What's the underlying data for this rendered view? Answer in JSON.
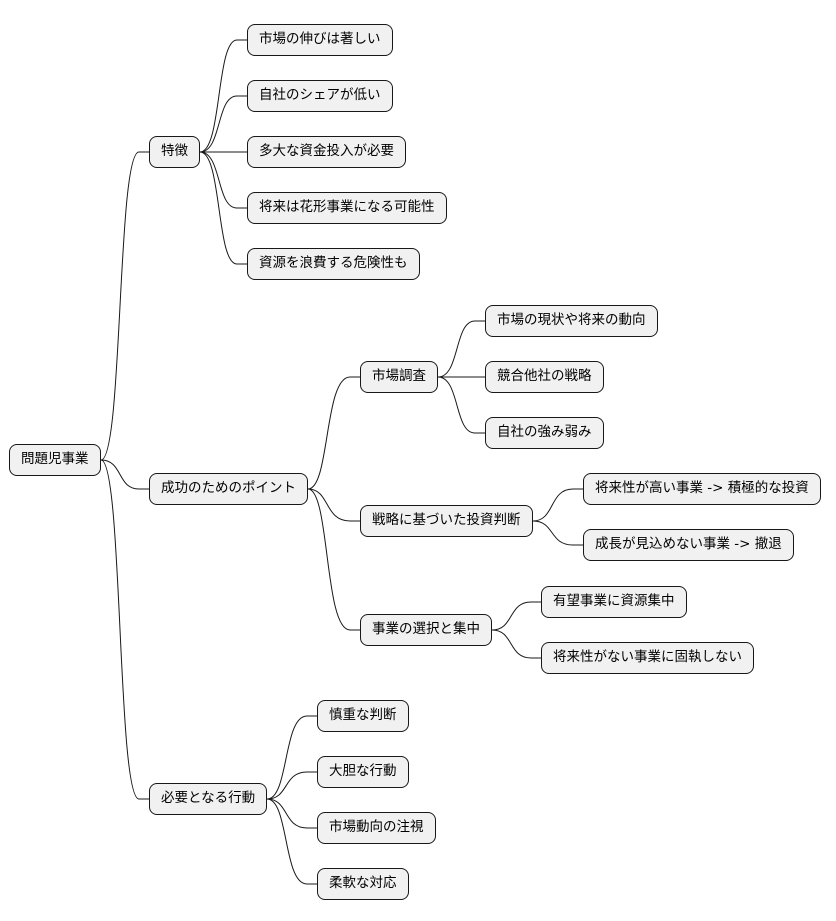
{
  "mindmap": {
    "root": "問題児事業",
    "branches": [
      {
        "label": "特徴",
        "children": [
          {
            "label": "市場の伸びは著しい"
          },
          {
            "label": "自社のシェアが低い"
          },
          {
            "label": "多大な資金投入が必要"
          },
          {
            "label": "将来は花形事業になる可能性"
          },
          {
            "label": "資源を浪費する危険性も"
          }
        ]
      },
      {
        "label": "成功のためのポイント",
        "children": [
          {
            "label": "市場調査",
            "children": [
              {
                "label": "市場の現状や将来の動向"
              },
              {
                "label": "競合他社の戦略"
              },
              {
                "label": "自社の強み弱み"
              }
            ]
          },
          {
            "label": "戦略に基づいた投資判断",
            "children": [
              {
                "label": "将来性が高い事業 -> 積極的な投資"
              },
              {
                "label": "成長が見込めない事業 -> 撤退"
              }
            ]
          },
          {
            "label": "事業の選択と集中",
            "children": [
              {
                "label": "有望事業に資源集中"
              },
              {
                "label": "将来性がない事業に固執しない"
              }
            ]
          }
        ]
      },
      {
        "label": "必要となる行動",
        "children": [
          {
            "label": "慎重な判断"
          },
          {
            "label": "大胆な行動"
          },
          {
            "label": "市場動向の注視"
          },
          {
            "label": "柔軟な対応"
          }
        ]
      }
    ]
  }
}
